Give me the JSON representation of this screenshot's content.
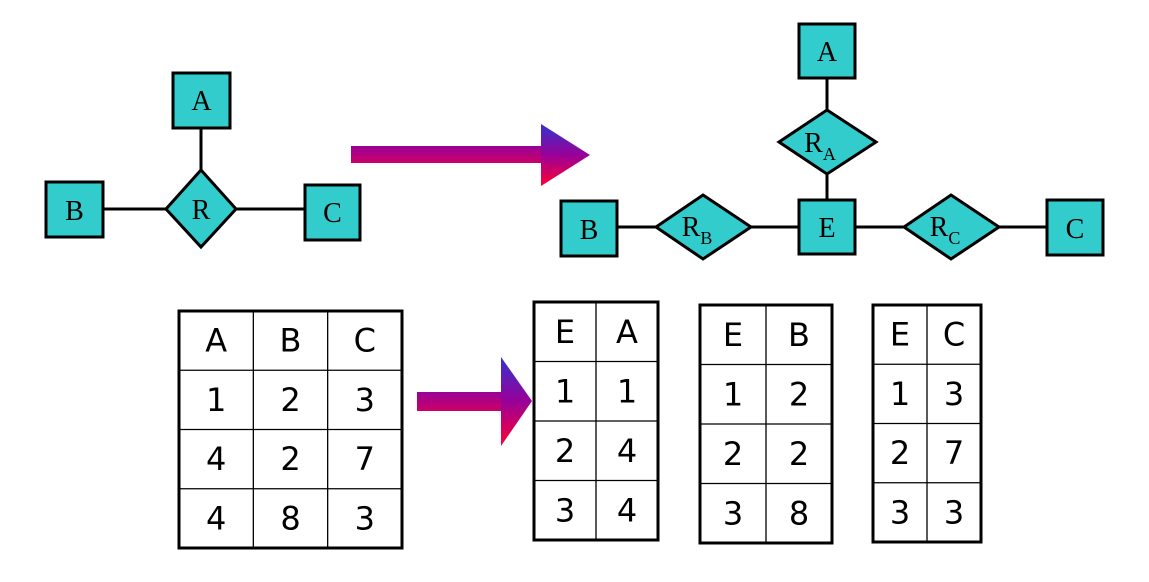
{
  "original": {
    "entities": [
      "A",
      "B",
      "C"
    ],
    "relationship": "R"
  },
  "decomposed": {
    "entities": [
      "A",
      "B",
      "E",
      "C"
    ],
    "relationships": [
      {
        "main": "R",
        "sub": "A"
      },
      {
        "main": "R",
        "sub": "B"
      },
      {
        "main": "R",
        "sub": "C"
      }
    ]
  },
  "colors": {
    "entity_fill": "#33cccc",
    "arrow_gradient": [
      "#990099",
      "#ff0033"
    ],
    "arrow_head_gradient": [
      "#3333cc",
      "#ff0033"
    ]
  },
  "tables": {
    "original": {
      "headers": [
        "A",
        "B",
        "C"
      ],
      "rows": [
        [
          "1",
          "2",
          "3"
        ],
        [
          "4",
          "2",
          "7"
        ],
        [
          "4",
          "8",
          "3"
        ]
      ]
    },
    "ea": {
      "headers": [
        "E",
        "A"
      ],
      "rows": [
        [
          "1",
          "1"
        ],
        [
          "2",
          "4"
        ],
        [
          "3",
          "4"
        ]
      ]
    },
    "eb": {
      "headers": [
        "E",
        "B"
      ],
      "rows": [
        [
          "1",
          "2"
        ],
        [
          "2",
          "2"
        ],
        [
          "3",
          "8"
        ]
      ]
    },
    "ec": {
      "headers": [
        "E",
        "C"
      ],
      "rows": [
        [
          "1",
          "3"
        ],
        [
          "2",
          "7"
        ],
        [
          "3",
          "3"
        ]
      ]
    }
  }
}
